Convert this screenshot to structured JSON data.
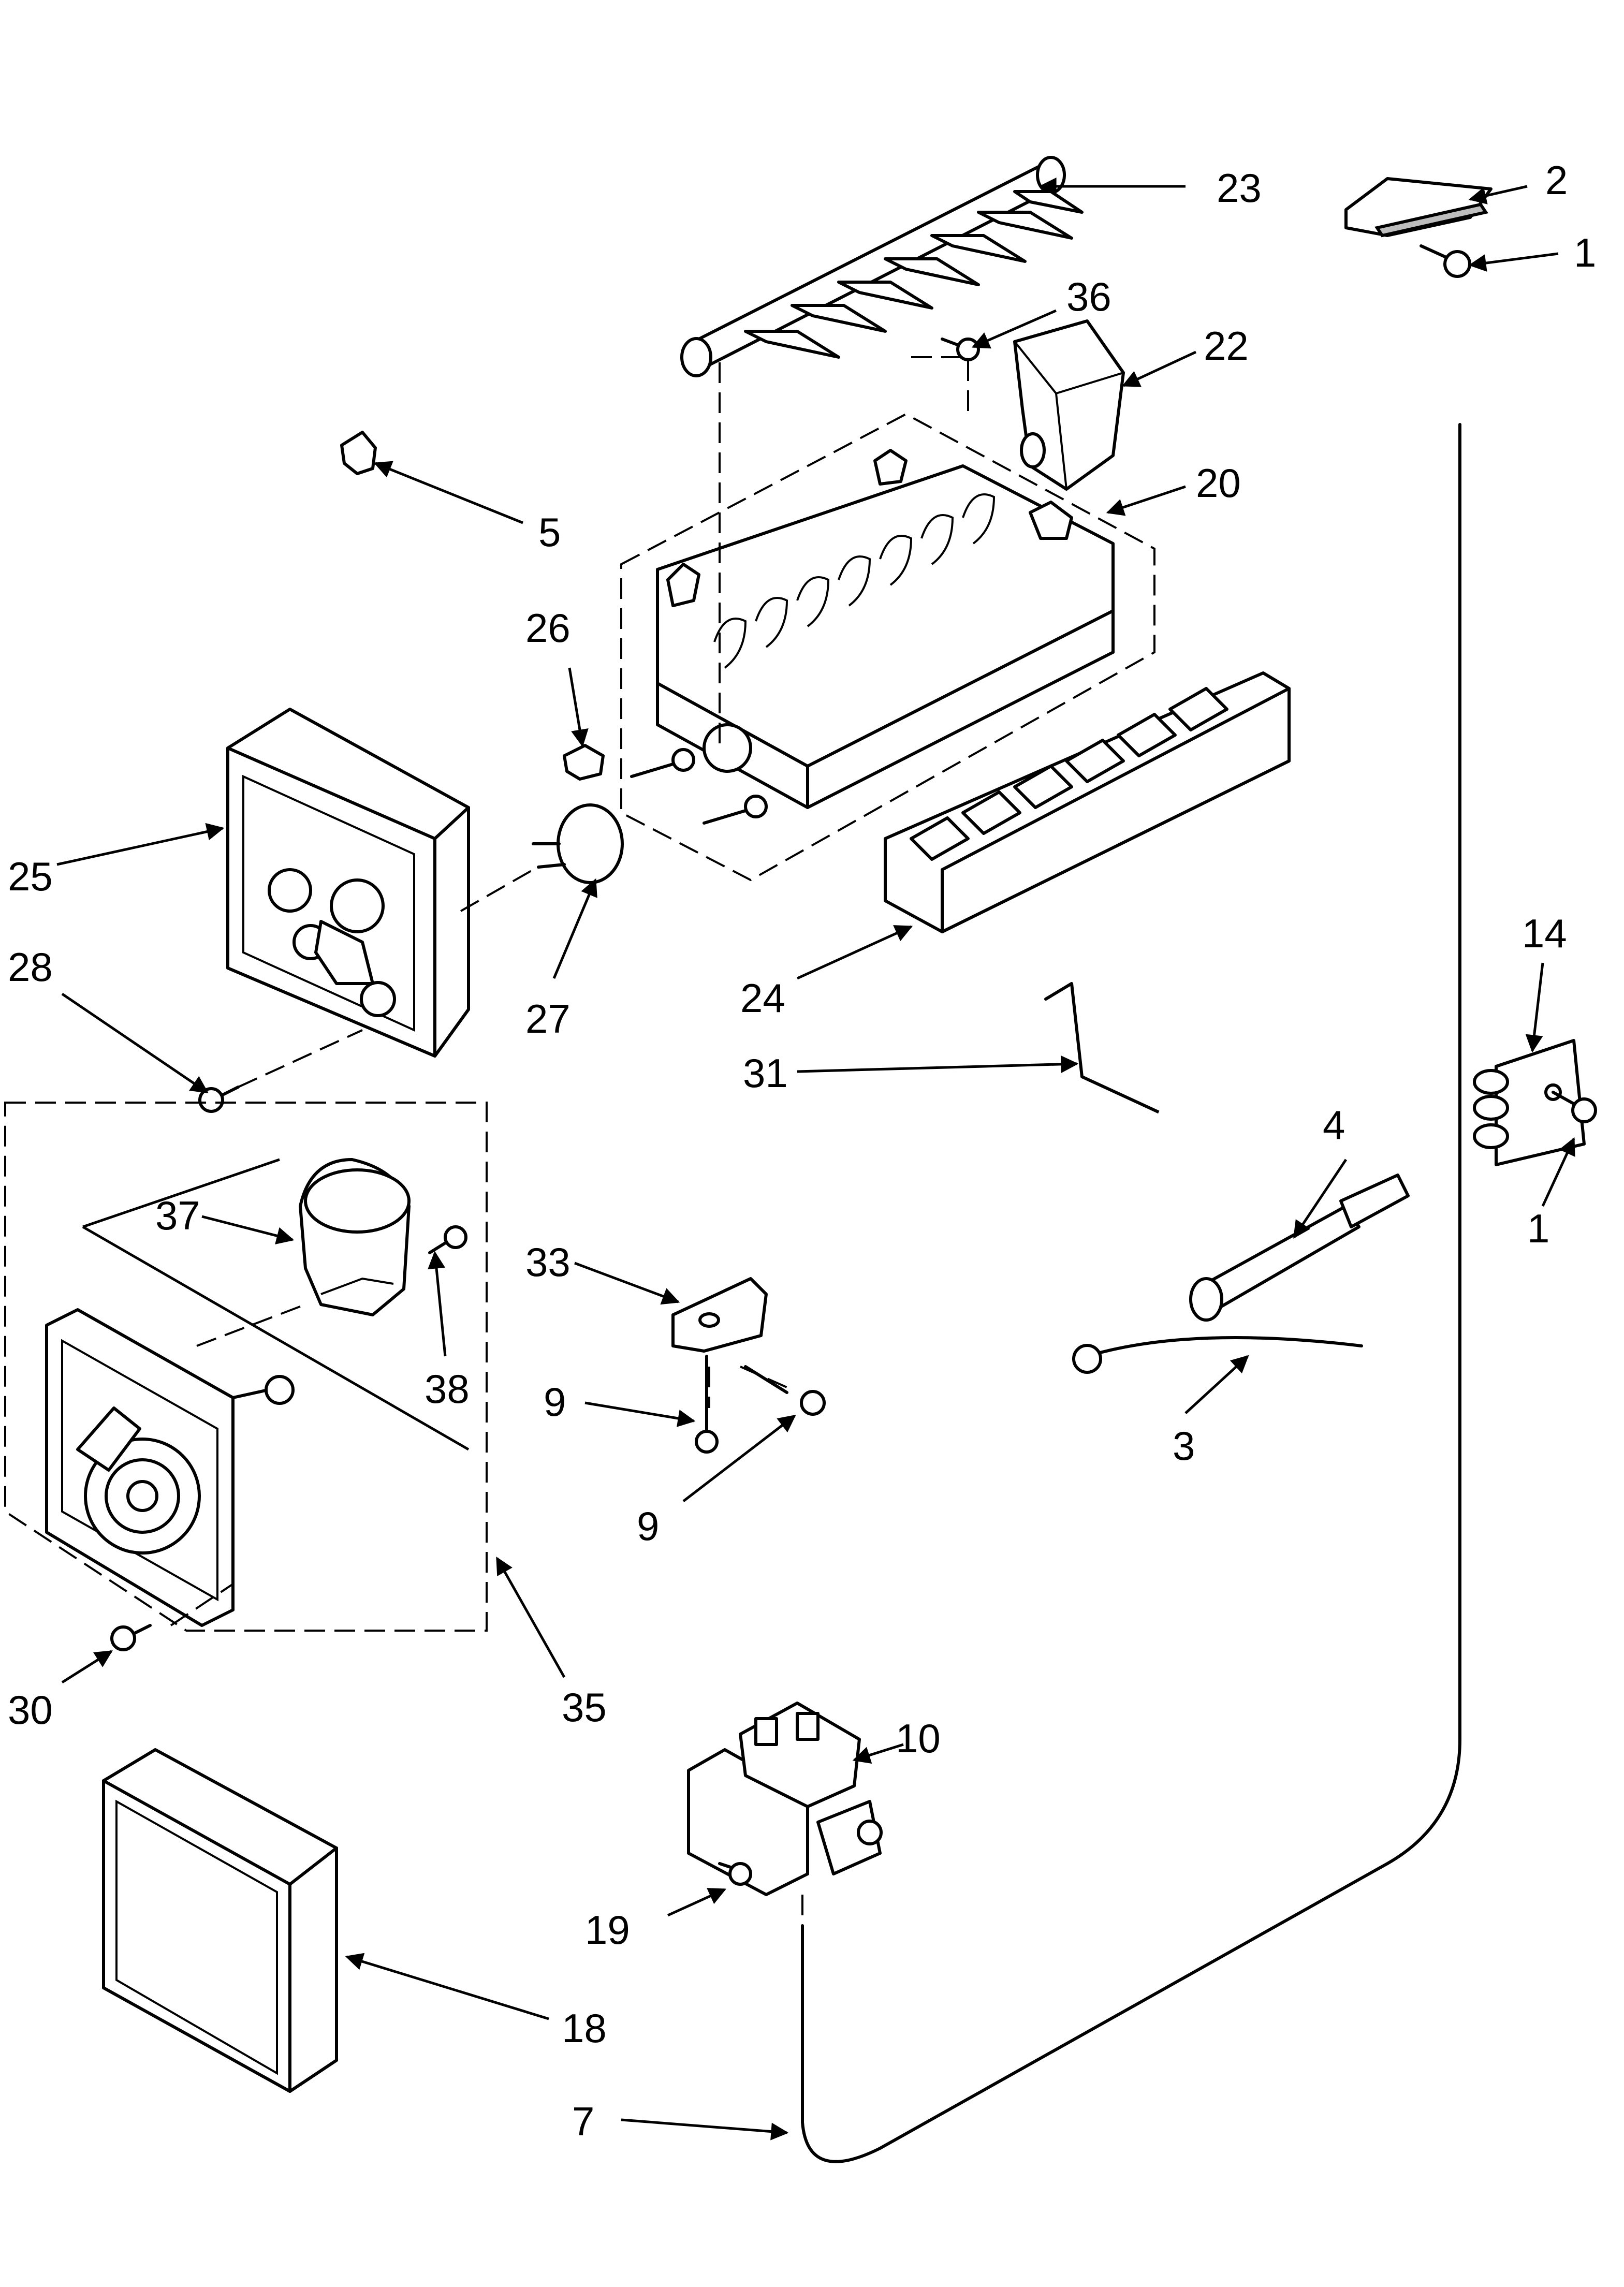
{
  "callouts": {
    "c23": "23",
    "c2": "2",
    "c1a": "1",
    "c36": "36",
    "c22": "22",
    "c5": "5",
    "c20": "20",
    "c26": "26",
    "c25": "25",
    "c27": "27",
    "c24": "24",
    "c28": "28",
    "c14": "14",
    "c31": "31",
    "c4": "4",
    "c1b": "1",
    "c37": "37",
    "c33": "33",
    "c38": "38",
    "c9a": "9",
    "c3": "3",
    "c9b": "9",
    "c30": "30",
    "c35": "35",
    "c10": "10",
    "c19": "19",
    "c18": "18",
    "c7": "7"
  }
}
